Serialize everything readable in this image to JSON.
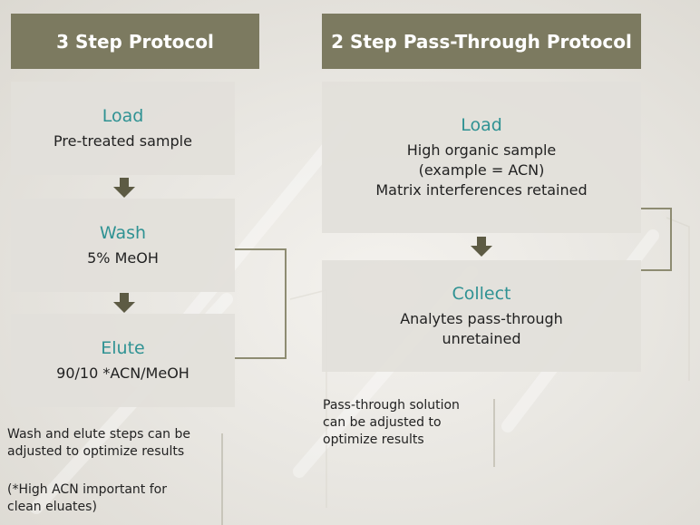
{
  "left": {
    "header": "3 Step Protocol",
    "steps": [
      {
        "title": "Load",
        "text": "Pre-treated sample"
      },
      {
        "title": "Wash",
        "text": "5% MeOH"
      },
      {
        "title": "Elute",
        "text": "90/10 *ACN/MeOH"
      }
    ],
    "note1": [
      "Wash and elute steps can be",
      "adjusted to optimize results"
    ],
    "note2": [
      "(*High ACN important for",
      "clean eluates)"
    ]
  },
  "right": {
    "header": "2 Step Pass-Through Protocol",
    "steps": [
      {
        "title": "Load",
        "lines": [
          "High organic sample",
          "(example = ACN)",
          "Matrix interferences retained"
        ]
      },
      {
        "title": "Collect",
        "lines": [
          "Analytes pass-through",
          "unretained"
        ]
      }
    ],
    "note": [
      "Pass-through solution",
      "can be adjusted to",
      "optimize results"
    ]
  },
  "colors": {
    "header": "#7c7a60",
    "arrow": "#5d5b44",
    "title": "#2f9293",
    "connector": "#8e8c72"
  }
}
